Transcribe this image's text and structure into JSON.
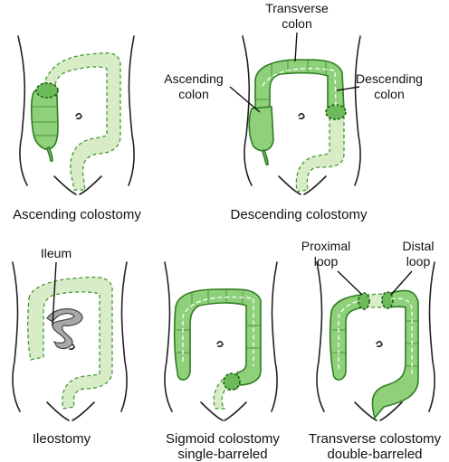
{
  "panels": [
    {
      "id": "ascending",
      "caption": "Ascending colostomy"
    },
    {
      "id": "descending",
      "caption": "Descending colostomy"
    },
    {
      "id": "ileostomy",
      "caption": "Ileostomy"
    },
    {
      "id": "sigmoid",
      "caption": "Sigmoid colostomy",
      "caption2": "single-barreled"
    },
    {
      "id": "transverse",
      "caption": "Transverse colostomy",
      "caption2": "double-barreled"
    }
  ],
  "labels": {
    "transverse_colon_1": "Transverse",
    "transverse_colon_2": "colon",
    "ascending_colon_1": "Ascending",
    "ascending_colon_2": "colon",
    "descending_colon_1": "Descending",
    "descending_colon_2": "colon",
    "ileum": "Ileum",
    "proximal_1": "Proximal",
    "proximal_2": "loop",
    "distal_1": "Distal",
    "distal_2": "loop"
  },
  "colors": {
    "colon_fill": "#8fd07a",
    "colon_stroke": "#2e7d22",
    "removed_fill": "#d8ecc8",
    "ileum_fill": "#a8a8a8"
  }
}
